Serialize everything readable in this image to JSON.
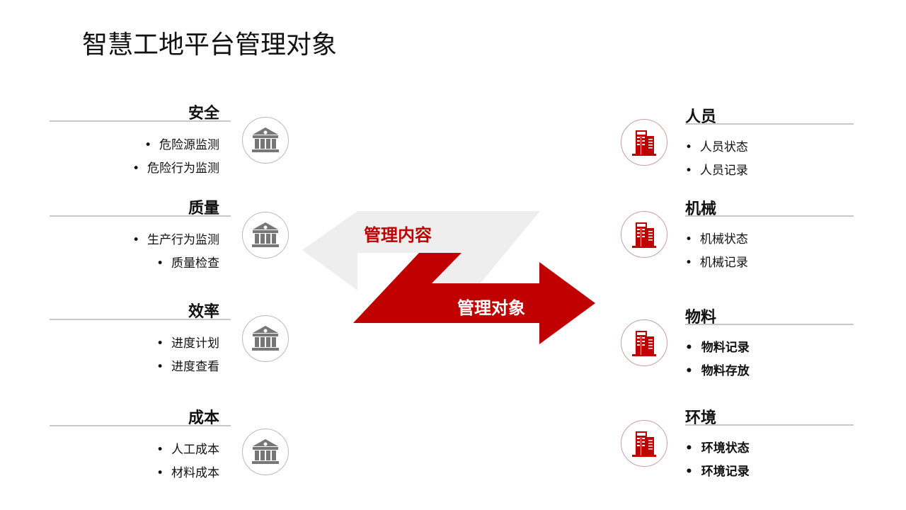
{
  "title": "智慧工地平台管理对象",
  "left": [
    {
      "heading": "安全",
      "items": [
        "危险源监测",
        "危险行为监测"
      ]
    },
    {
      "heading": "质量",
      "items": [
        "生产行为监测",
        "质量检查"
      ]
    },
    {
      "heading": "效率",
      "items": [
        "进度计划",
        "进度查看"
      ]
    },
    {
      "heading": "成本",
      "items": [
        "人工成本",
        "材料成本"
      ]
    }
  ],
  "right": [
    {
      "heading": "人员",
      "items": [
        "人员状态",
        "人员记录"
      ]
    },
    {
      "heading": "机械",
      "items": [
        "机械状态",
        "机械记录"
      ]
    },
    {
      "heading": "物料",
      "items": [
        "物料记录",
        "物料存放"
      ]
    },
    {
      "heading": "环境",
      "items": [
        "环境状态",
        "环境记录"
      ]
    }
  ],
  "arrows": {
    "content": "管理内容",
    "object": "管理对象"
  },
  "colors": {
    "red": "#c00000",
    "gray": "#eeeeee",
    "icon_gray": "#777777"
  }
}
